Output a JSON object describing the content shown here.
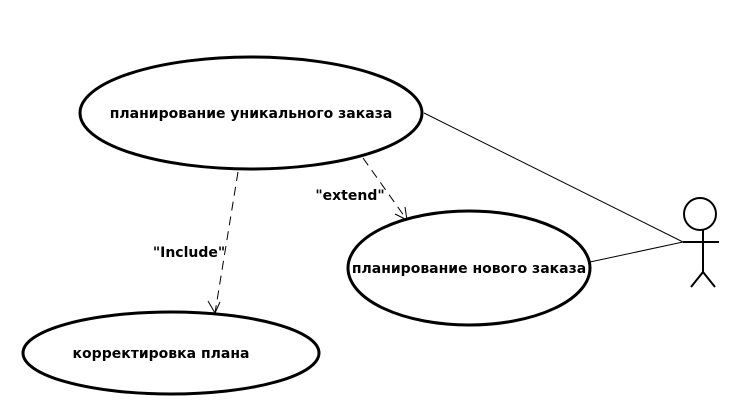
{
  "diagram": {
    "use_cases": {
      "unique_order": "планирование уникального заказа",
      "new_order": "планирование нового заказа",
      "plan_correction": "корректировка плана"
    },
    "relations": {
      "include": "\"Include\"",
      "extend": "\"extend\""
    },
    "actor": {
      "label": ""
    },
    "colors": {
      "stroke": "#000000",
      "background": "#ffffff"
    }
  }
}
